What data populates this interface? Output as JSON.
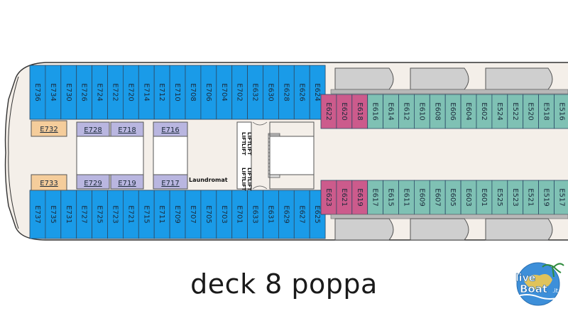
{
  "caption": "deck 8 poppa",
  "logo": {
    "text": "liveBoat.it",
    "live": "live",
    "boat": "Bo",
    "at": "at",
    "tld": ".it"
  },
  "colors": {
    "blue_cabin": "#1a9be8",
    "teal_cabin": "#7fc1b4",
    "pink_cabin": "#cc5b8c",
    "lavender_room": "#b9b6e0",
    "peach_room": "#f5cd9b",
    "hull": "#f4efe9",
    "lifeboat": "#cfcfcf"
  },
  "deck": {
    "top_blue": [
      "E736",
      "E734",
      "E730",
      "E726",
      "E724",
      "E722",
      "E720",
      "E714",
      "E712",
      "E710",
      "E708",
      "E706",
      "E704",
      "E702",
      "E632",
      "E630",
      "E628",
      "E626",
      "E624"
    ],
    "bottom_blue": [
      "E737",
      "E735",
      "E731",
      "E727",
      "E725",
      "E723",
      "E721",
      "E715",
      "E711",
      "E709",
      "E707",
      "E705",
      "E703",
      "E701",
      "E633",
      "E631",
      "E629",
      "E627",
      "E625"
    ],
    "top_pink": [
      "E622",
      "E620",
      "E618"
    ],
    "top_teal": [
      "E616",
      "E614",
      "E612",
      "E610",
      "E608",
      "E606",
      "E604",
      "E602",
      "E524",
      "E522",
      "E520",
      "E518",
      "E516"
    ],
    "bottom_pink": [
      "E623",
      "E621",
      "E619"
    ],
    "bottom_teal": [
      "E617",
      "E615",
      "E611",
      "E609",
      "E607",
      "E605",
      "E603",
      "E601",
      "E525",
      "E523",
      "E521",
      "E519",
      "E517"
    ],
    "inner_rooms": {
      "e732": "E732",
      "e733": "E733",
      "e728": "E728",
      "e718": "E718",
      "e729": "E729",
      "e719": "E719",
      "e716": "E716",
      "e717": "E717"
    },
    "laundromat": "Laundromat",
    "lift": "LIFT"
  }
}
